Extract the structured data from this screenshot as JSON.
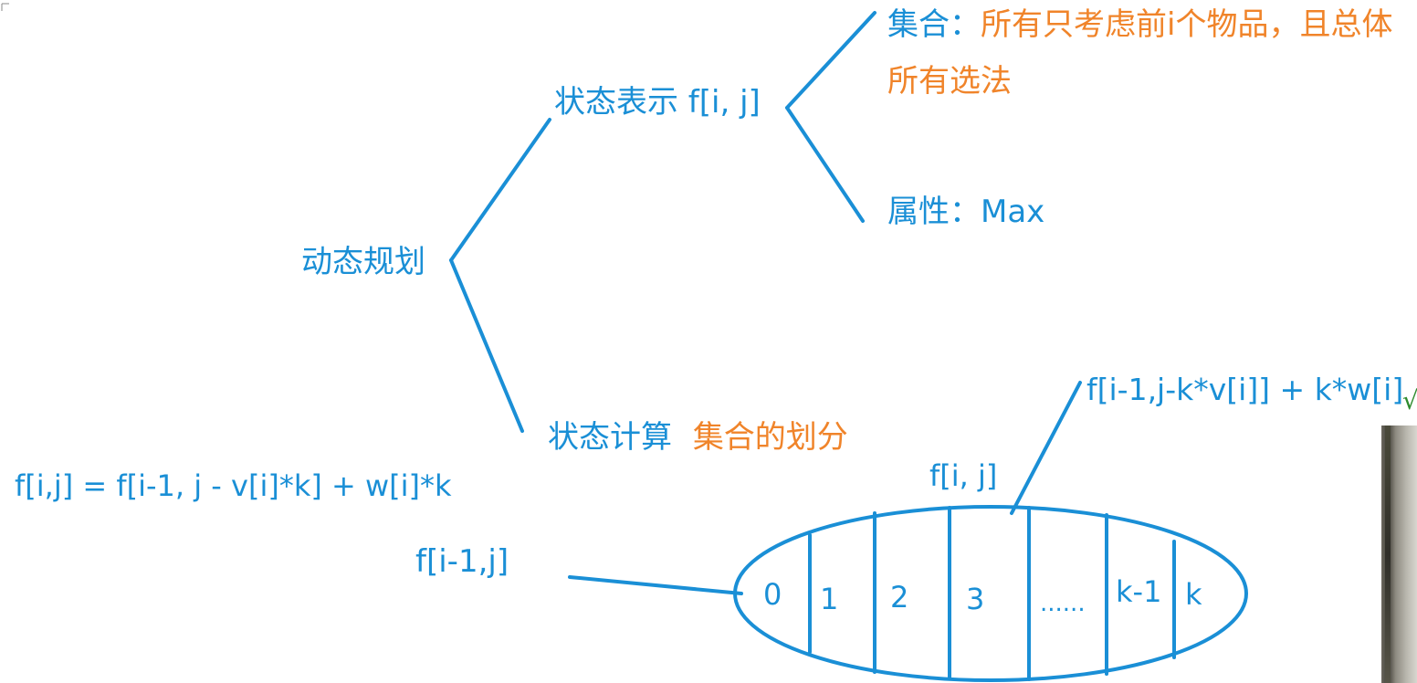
{
  "root": {
    "label": "动态规划"
  },
  "state_repr": {
    "label": "状态表示 f[i, j]",
    "set_prefix": "集合：",
    "set_desc_line1": "所有只考虑前i个物品，且总体",
    "set_desc_line2": "所有选法",
    "attr": "属性：Max"
  },
  "state_calc": {
    "label": "状态计算",
    "partition": "集合的划分"
  },
  "formulas": {
    "recurrence": "f[i,j] = f[i-1, j - v[i]*k] + w[i]*k",
    "fij": "f[i, j]",
    "f_prev": "f[i-1,j]",
    "f_k": "f[i-1,j-k*v[i]] + k*w[i]"
  },
  "partition_cells": [
    "0",
    "1",
    "2",
    "3",
    "......",
    "k-1",
    "k"
  ],
  "corner_glyph": "√",
  "colors": {
    "blue": "#1a8fd6",
    "orange": "#f0842a",
    "green": "#2e8b2e"
  }
}
